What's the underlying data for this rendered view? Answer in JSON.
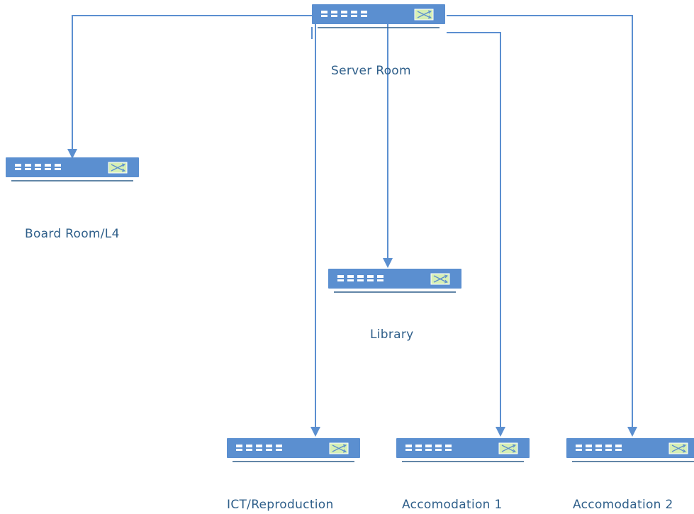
{
  "diagram": {
    "nodes": [
      {
        "id": "server-room",
        "label": "Server Room",
        "icon": "network-switch-icon"
      },
      {
        "id": "board-room",
        "label": "Board Room/L4",
        "icon": "network-switch-icon"
      },
      {
        "id": "library",
        "label": "Library",
        "icon": "network-switch-icon"
      },
      {
        "id": "ict-reproduction",
        "label": "ICT/Reproduction",
        "icon": "network-switch-icon"
      },
      {
        "id": "accomodation-1",
        "label": "Accomodation 1",
        "icon": "network-switch-icon"
      },
      {
        "id": "accomodation-2",
        "label": "Accomodation 2",
        "icon": "network-switch-icon"
      }
    ],
    "links": [
      {
        "from": "server-room",
        "to": "board-room"
      },
      {
        "from": "server-room",
        "to": "library"
      },
      {
        "from": "server-room",
        "to": "ict-reproduction"
      },
      {
        "from": "server-room",
        "to": "accomodation-1"
      },
      {
        "from": "server-room",
        "to": "accomodation-2"
      }
    ],
    "colors": {
      "switch_body": "#5b8fd0",
      "switch_base": "#2f5f8a",
      "port_fill": "#ffffff",
      "uplink_module": "#d6efb5",
      "link_line": "#5b8fd0",
      "label_text": "#2f5f8a"
    }
  }
}
